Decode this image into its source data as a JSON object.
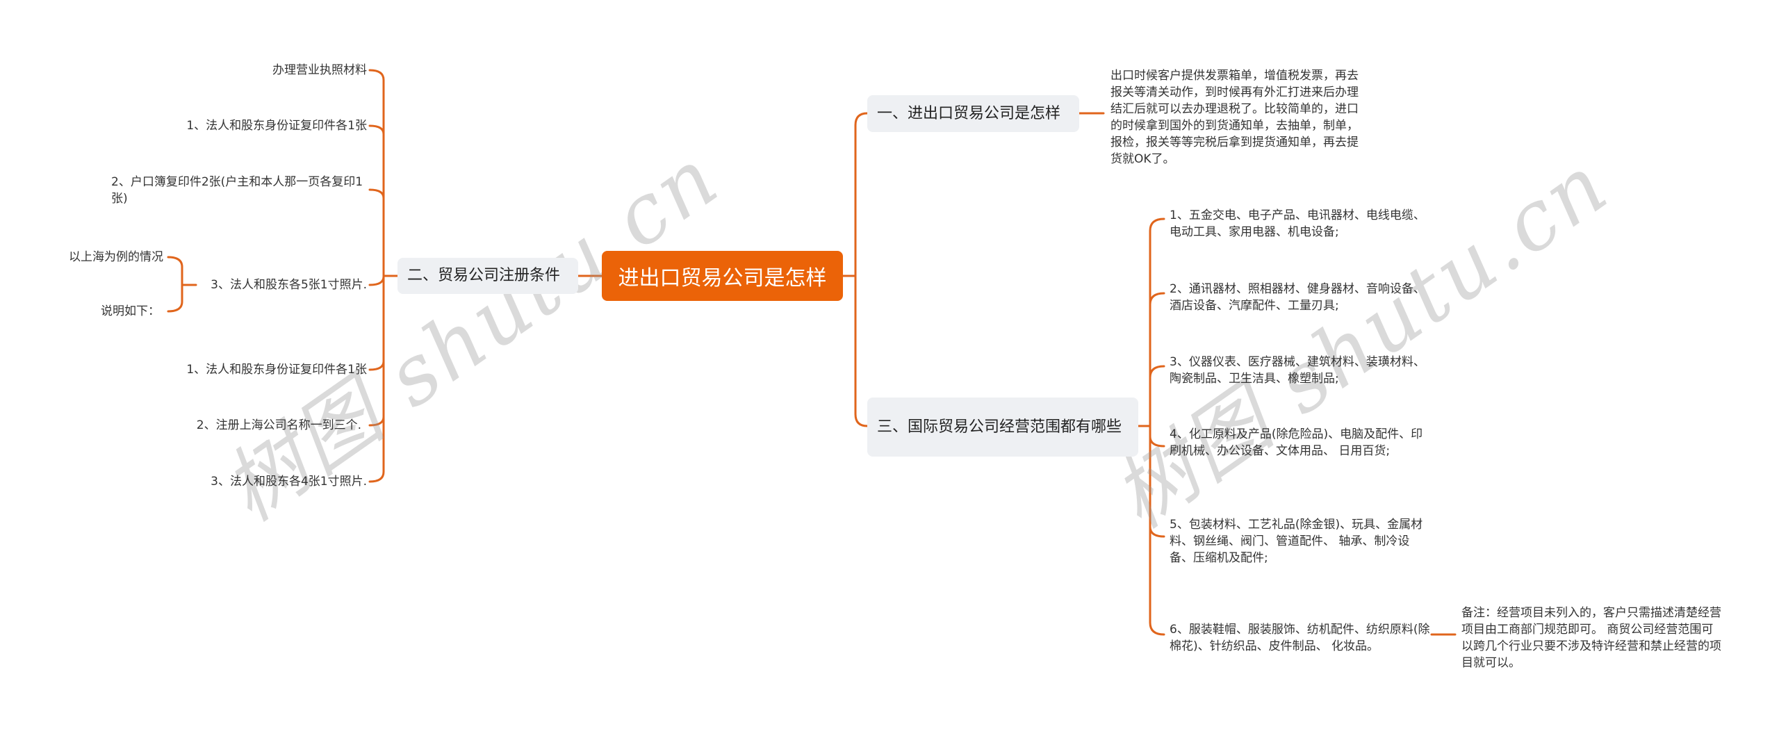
{
  "colors": {
    "accent": "#eb6308",
    "line": "#e0651c",
    "branch_bg": "#eef0f3",
    "text": "#333333"
  },
  "root": {
    "label": "进出口贸易公司是怎样"
  },
  "left_branch": {
    "label": "二、贸易公司注册条件",
    "children": [
      {
        "label": "办理营业执照材料"
      },
      {
        "label": "1、法人和股东身份证复印件各1张"
      },
      {
        "label": "2、户口簿复印件2张(户主和本人那一页各复印1张)"
      },
      {
        "label": "3、法人和股东各5张1寸照片.",
        "children": [
          {
            "label": "以上海为例的情况"
          },
          {
            "label": "说明如下："
          }
        ]
      },
      {
        "label": "1、法人和股东身份证复印件各1张"
      },
      {
        "label": "2、注册上海公司名称一到三个."
      },
      {
        "label": "3、法人和股东各4张1寸照片."
      }
    ]
  },
  "right_branches": [
    {
      "label": "一、进出口贸易公司是怎样",
      "children": [
        {
          "label": "出口时候客户提供发票箱单，增值税发票，再去报关等清关动作，到时候再有外汇打进来后办理结汇后就可以去办理退税了。比较简单的，进口的时候拿到国外的到货通知单，去抽单，制单，报检，报关等等完税后拿到提货通知单，再去提货就OK了。"
        }
      ]
    },
    {
      "label": "三、国际贸易公司经营范围都有哪些",
      "children": [
        {
          "label": "1、五金交电、电子产品、电讯器材、电线电缆、电动工具、家用电器、机电设备;"
        },
        {
          "label": "2、通讯器材、照相器材、健身器材、音响设备、酒店设备、汽摩配件、工量刃具;"
        },
        {
          "label": "3、仪器仪表、医疗器械、建筑材料、装璜材料、陶瓷制品、卫生洁具、橡塑制品;"
        },
        {
          "label": "4、化工原料及产品(除危险品)、电脑及配件、印刷机械、办公设备、文体用品、 日用百货;"
        },
        {
          "label": "5、包装材料、工艺礼品(除金银)、玩具、金属材料、钢丝绳、阀门、管道配件、 轴承、制冷设备、压缩机及配件;"
        },
        {
          "label": "6、服装鞋帽、服装服饰、纺机配件、纺织原料(除棉花)、针纺织品、皮件制品、 化妆品。",
          "children": [
            {
              "label": "备注：经营项目未列入的，客户只需描述清楚经营项目由工商部门规范即可。 商贸公司经营范围可以跨几个行业只要不涉及特许经营和禁止经营的项目就可以。"
            }
          ]
        }
      ]
    }
  ],
  "watermarks": [
    {
      "text": "树图 shutu.cn"
    },
    {
      "text": "树图 shutu.cn"
    }
  ]
}
